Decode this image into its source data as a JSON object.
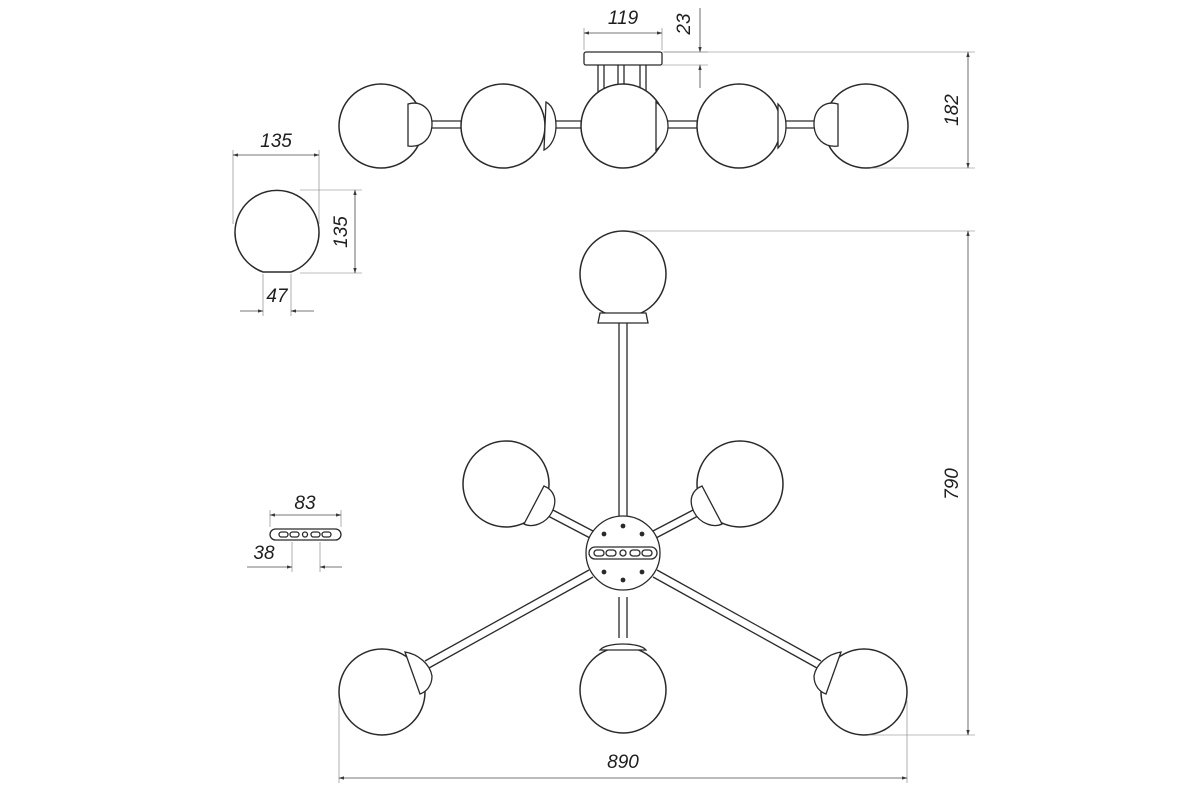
{
  "drawing": {
    "views": [
      "side-elevation",
      "globe-detail",
      "mount-plate-detail",
      "plan-view"
    ],
    "globe_count": 6,
    "dimensions": {
      "canopy_width": "119",
      "canopy_height": "23",
      "side_height": "182",
      "globe_width": "135",
      "globe_height": "135",
      "globe_neck": "47",
      "plate_length": "83",
      "plate_hole": "38",
      "overall_height": "790",
      "overall_width": "890"
    },
    "colors": {
      "line": "#2a2a2a",
      "dimension": "#4a4a4a",
      "background": "#ffffff"
    }
  }
}
